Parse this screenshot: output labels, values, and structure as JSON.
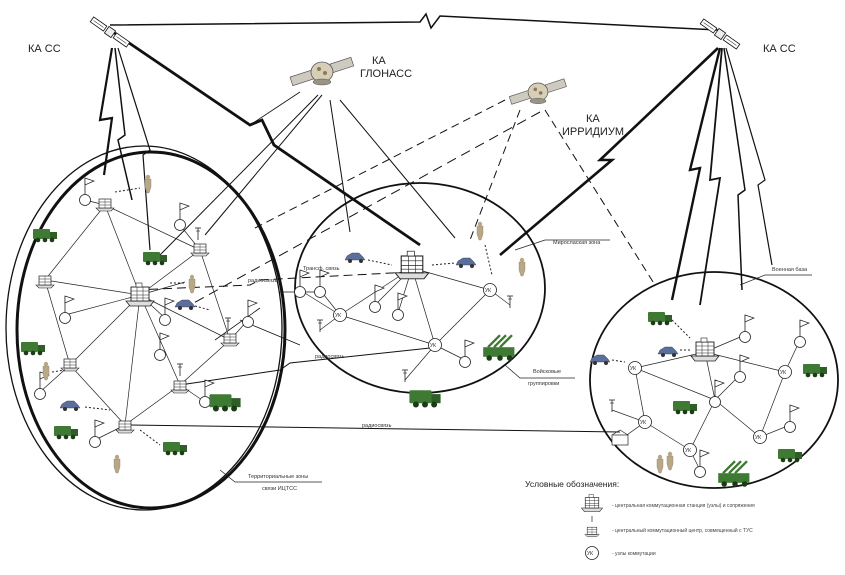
{
  "labels": {
    "sat_left": "КА СС",
    "sat_right": "КА СС",
    "glonass_1": "КА",
    "glonass_2": "ГЛОНАСС",
    "iridium_1": "КА",
    "iridium_2": "ИРРИДИУМ",
    "zone_left_1": "Территориальные зоны",
    "zone_left_2": "связи ИЦТСС",
    "zone_center": "Мирослаская зона",
    "zone_right": "Военная база",
    "troops_1": "Войсковые",
    "troops_2": "группировки",
    "transfer": "Трансф. связь",
    "radio_mid": "радиосвязь",
    "radio_low": "радиосвязь",
    "radio_bottom": "радиосвязь"
  },
  "node_label": "УК",
  "legend": {
    "title": "Условные обозначения:",
    "items": [
      "- центральная коммутационная станция (узлы) и сопряжения",
      "- центральный коммутационный центр, совмещенный с ТУС",
      "- узлы коммутации"
    ]
  },
  "colors": {
    "line": "#111111",
    "vehicle": "#3f7a34",
    "car": "#5b6f9e",
    "soldier": "#b9a888"
  }
}
